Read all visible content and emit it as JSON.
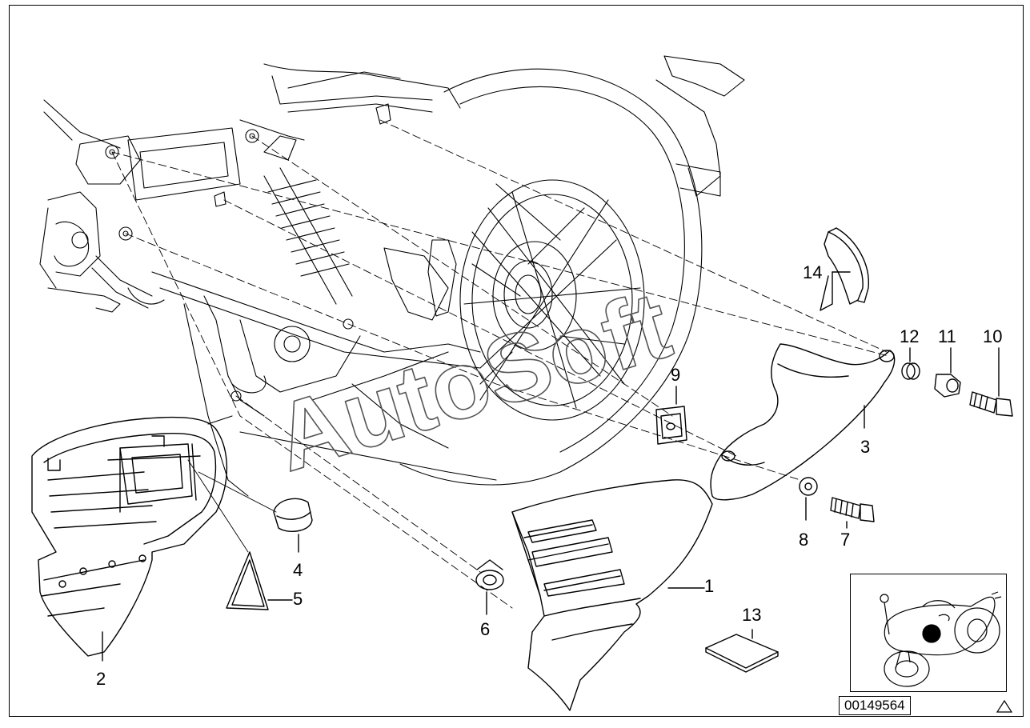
{
  "diagram": {
    "id_label": "00149564",
    "watermark": "AutoSoft",
    "callouts": [
      {
        "key": "1",
        "label": "1"
      },
      {
        "key": "2",
        "label": "2"
      },
      {
        "key": "3",
        "label": "3"
      },
      {
        "key": "4",
        "label": "4"
      },
      {
        "key": "5",
        "label": "5"
      },
      {
        "key": "6",
        "label": "6"
      },
      {
        "key": "7",
        "label": "7"
      },
      {
        "key": "8",
        "label": "8"
      },
      {
        "key": "9",
        "label": "9"
      },
      {
        "key": "10",
        "label": "10"
      },
      {
        "key": "11",
        "label": "11"
      },
      {
        "key": "12",
        "label": "12"
      },
      {
        "key": "13",
        "label": "13"
      },
      {
        "key": "14",
        "label": "14"
      }
    ],
    "icons": {
      "inset": "motorcycle-locator-icon",
      "corner": "triangle-icon"
    }
  }
}
